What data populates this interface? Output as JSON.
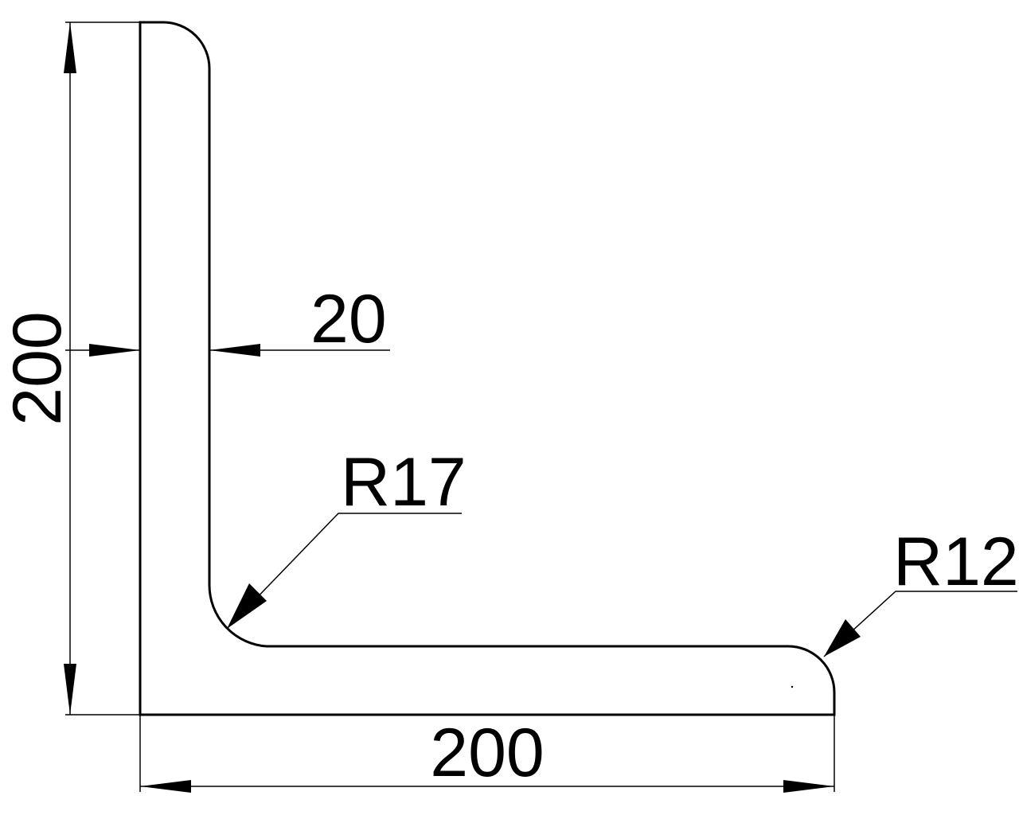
{
  "drawing": {
    "title": "L-angle profile",
    "dimensions": {
      "height": "200",
      "width": "200",
      "thickness": "20",
      "inner_radius": "R17",
      "toe_radius": "R12"
    },
    "colors": {
      "line": "#000000",
      "background": "#ffffff"
    }
  }
}
